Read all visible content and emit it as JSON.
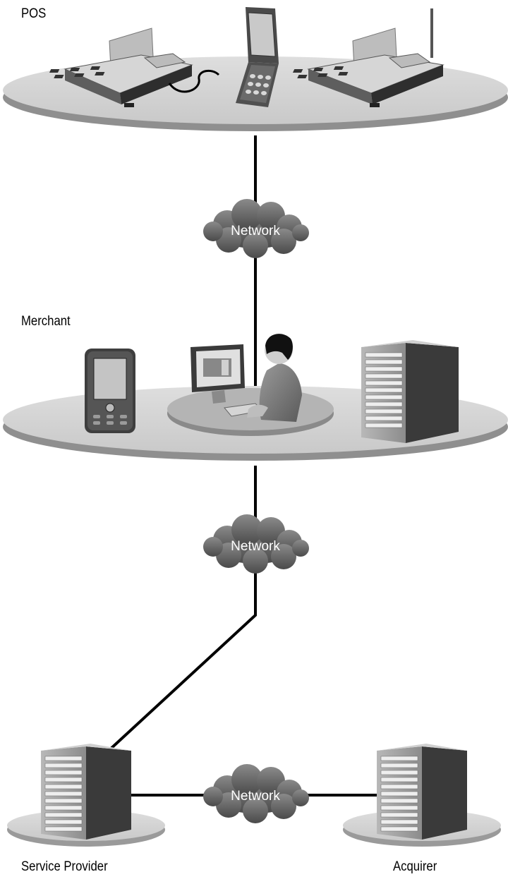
{
  "labels": {
    "pos": "POS",
    "merchant": "Merchant",
    "service_provider": "Service Provider",
    "acquirer": "Acquirer"
  },
  "network_label": "Network",
  "icons": [
    "pos-terminal-icon",
    "flip-phone-icon",
    "wireless-pos-terminal-icon",
    "pda-phone-icon",
    "desktop-computer-icon",
    "person-icon",
    "server-icon",
    "cloud-icon"
  ]
}
